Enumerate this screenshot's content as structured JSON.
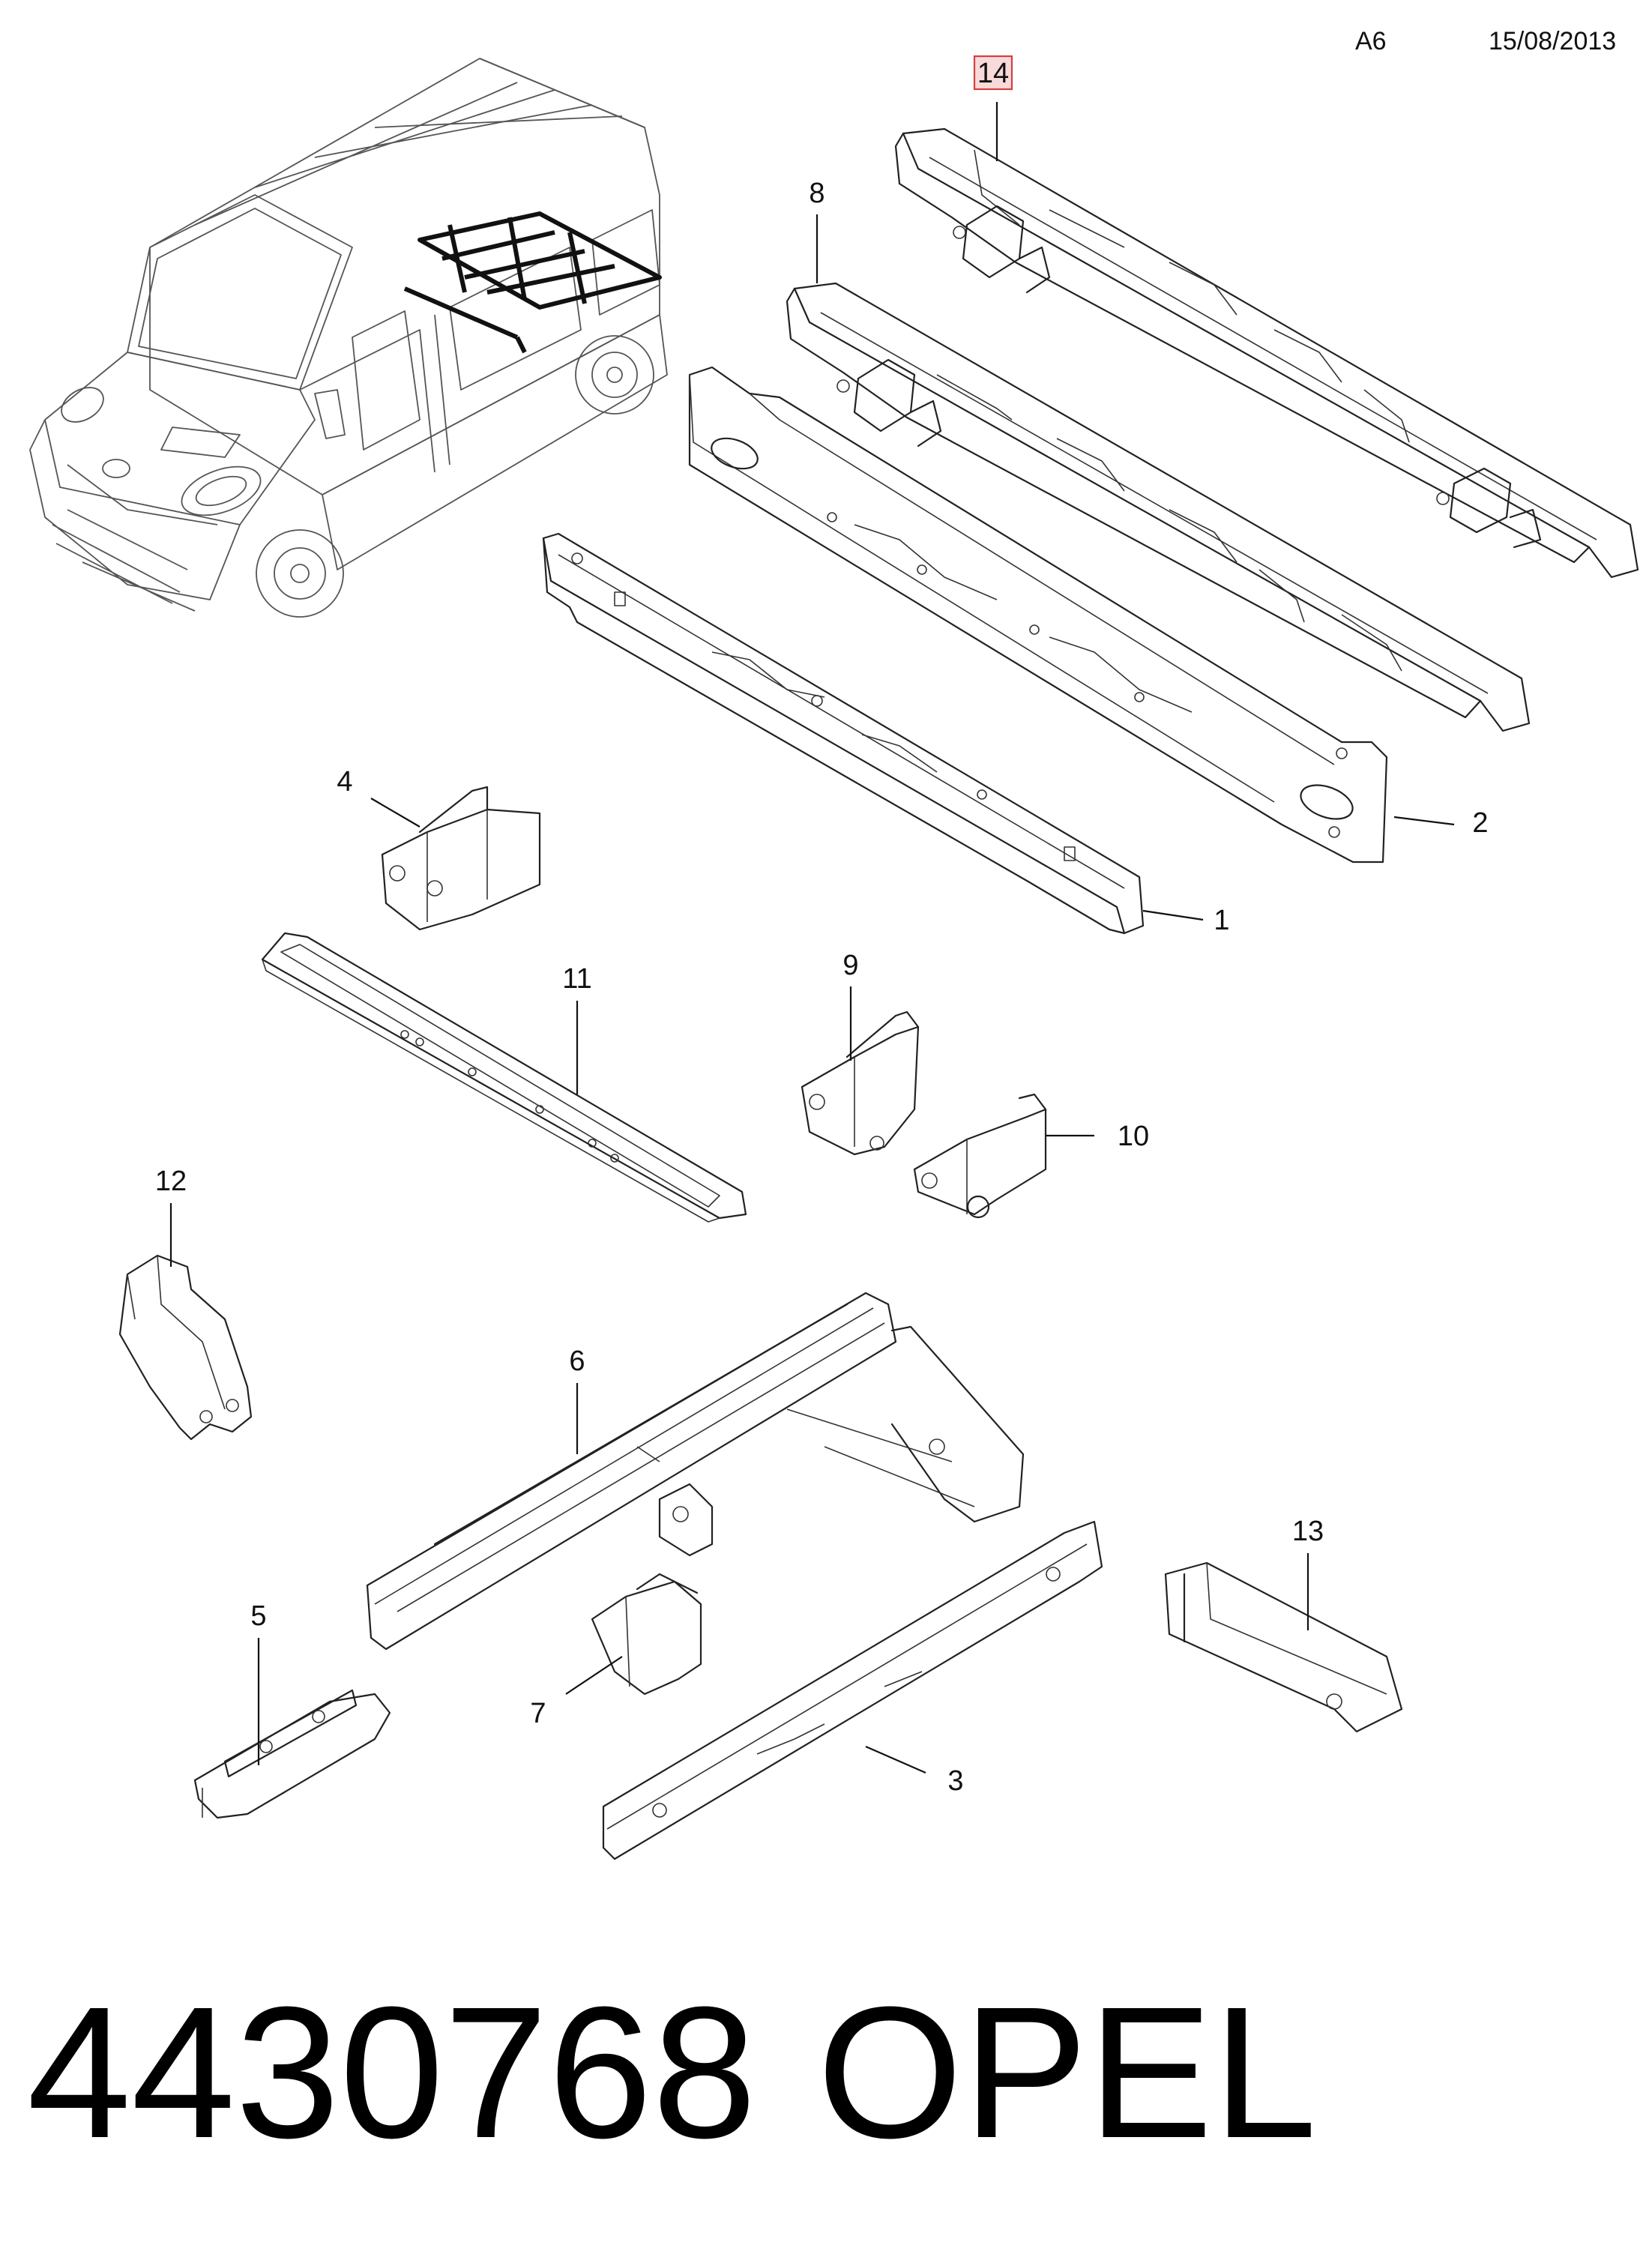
{
  "header": {
    "sheet_code": "A6",
    "date": "15/08/2013"
  },
  "callouts": [
    "1",
    "2",
    "3",
    "4",
    "5",
    "6",
    "7",
    "8",
    "9",
    "10",
    "11",
    "12",
    "13",
    "14"
  ],
  "highlighted_callout": "14",
  "footer": {
    "part_number": "4430768",
    "brand": "OPEL"
  },
  "colors": {
    "highlight_fill": "#f8dada",
    "highlight_border": "#d44040",
    "line": "#222222"
  }
}
